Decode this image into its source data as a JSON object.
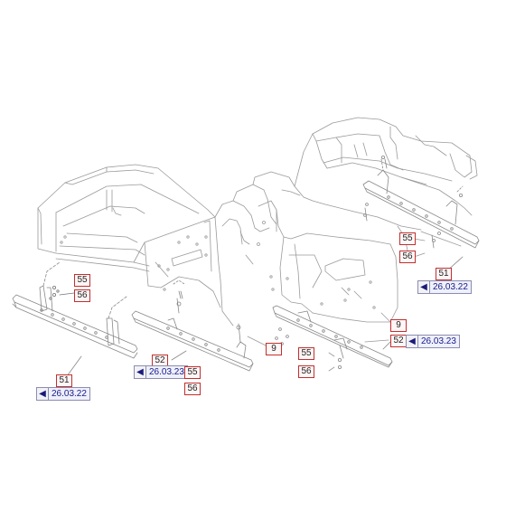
{
  "callouts": {
    "c55_left": "55",
    "c56_left": "56",
    "c51_left": "51",
    "c52_mid": "52",
    "c55_mid": "55",
    "c56_mid": "56",
    "c9_mid": "9",
    "c55_right_low": "55",
    "c56_right_low": "56",
    "c52_right": "52",
    "c9_right": "9",
    "c55_right_top": "55",
    "c56_right_top": "56",
    "c51_right": "51"
  },
  "references": {
    "ref_left": "26.03.22",
    "ref_mid": "26.03.23",
    "ref_right_low": "26.03.23",
    "ref_right_top": "26.03.22"
  },
  "colors": {
    "line": "#9a9a9a",
    "callout_border": "#c03030",
    "ref_text": "#1a1a8a"
  }
}
